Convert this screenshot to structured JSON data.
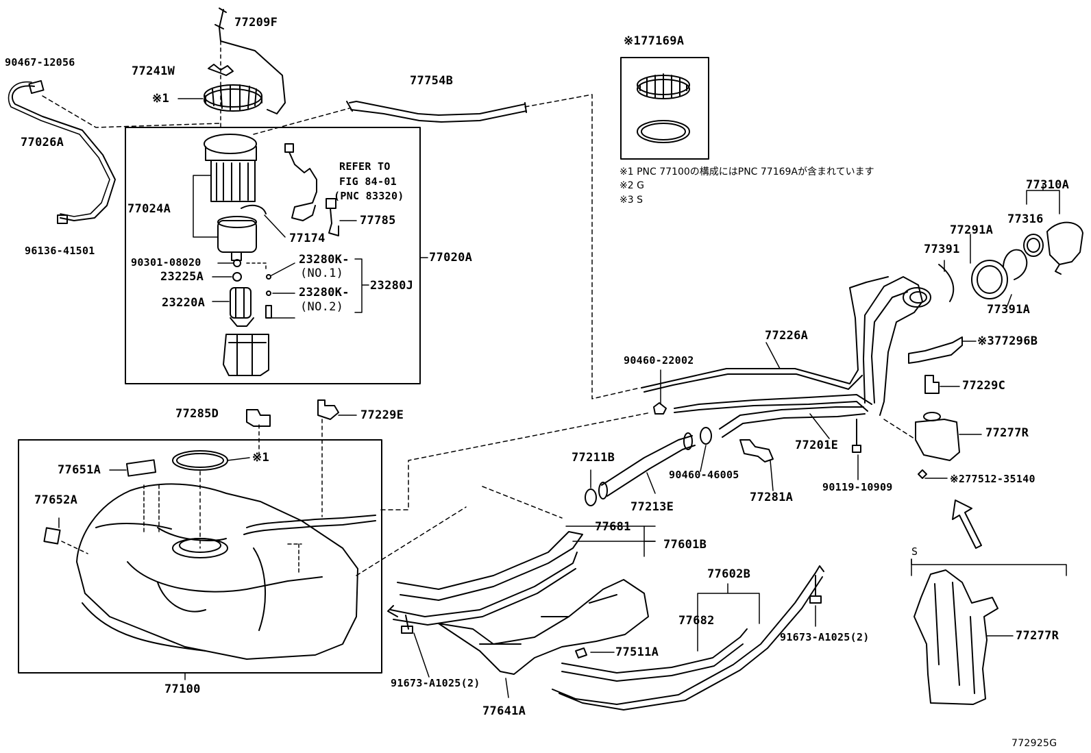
{
  "parts": {
    "p77209F": "77209F",
    "p90467_12056": "90467-12056",
    "p77241W": "77241W",
    "p77754B": "77754B",
    "ref1": "※1",
    "p77026A": "77026A",
    "refer_line1": "REFER TO",
    "refer_line2": "FIG 84-01",
    "refer_line3": "(PNC 83320)",
    "p77024A": "77024A",
    "p77785": "77785",
    "p77174": "77174",
    "p96136_41501": "96136-41501",
    "p90301_08020": "90301-08020",
    "p23280K_1": "23280K-",
    "no1": "(NO.1)",
    "p77020A": "77020A",
    "p23225A": "23225A",
    "p23280J": "23280J",
    "p23280K_2": "23280K-",
    "no2": "(NO.2)",
    "p23220A": "23220A",
    "p77169A": "※177169A",
    "note1": "※1 PNC 77100の構成にはPNC 77169Aが含まれています",
    "note2": "※2 G",
    "note3": "※3 S",
    "p77310A": "77310A",
    "p77291A": "77291A",
    "p77316": "77316",
    "p77391": "77391",
    "p77391A": "77391A",
    "p77226A": "77226A",
    "p77296B": "※377296B",
    "p90460_22002": "90460-22002",
    "p77229C": "77229C",
    "p77285D": "77285D",
    "p77229E": "77229E",
    "p77277R_top": "77277R",
    "p77211B": "77211B",
    "p77201E": "77201E",
    "p77651A": "77651A",
    "ref1_tank": "※1",
    "p77652A": "77652A",
    "p90460_46005": "90460-46005",
    "p90119_10909": "90119-10909",
    "p77512_35140": "※277512-35140",
    "p77213E": "77213E",
    "p77281A": "77281A",
    "p77681": "77681",
    "p77601B": "77601B",
    "p77602B": "77602B",
    "s_label": "S",
    "p77682": "77682",
    "p91673_right": "91673-A1025(2)",
    "p77277R_bot": "77277R",
    "p77511A": "77511A",
    "p91673_left": "91673-A1025(2)",
    "p77641A": "77641A",
    "p77100": "77100",
    "fig_code": "772925G"
  }
}
